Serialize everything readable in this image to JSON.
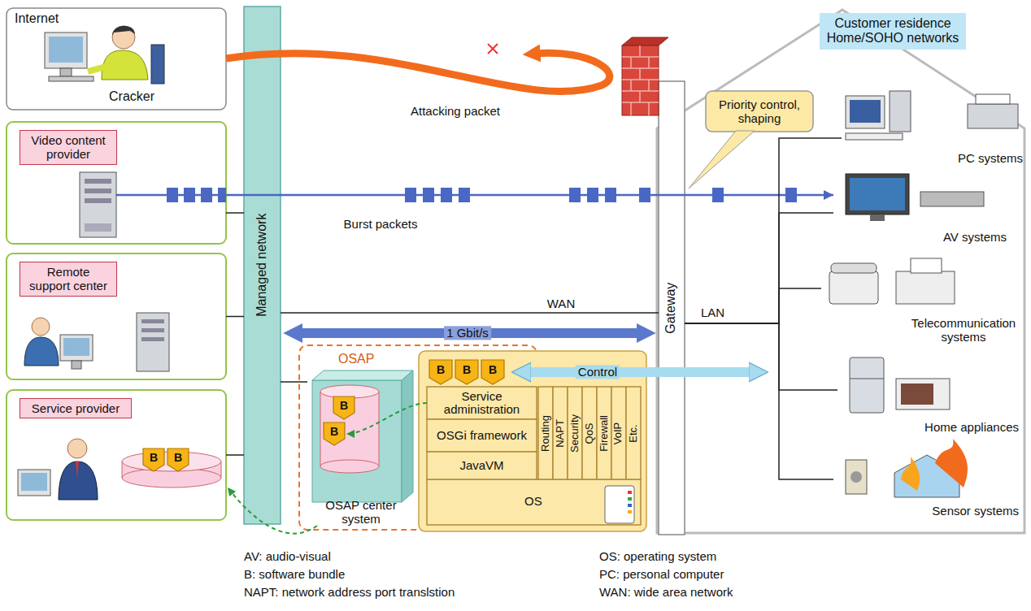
{
  "diagram": {
    "nodes": [
      {
        "text": [
          "Internet",
          "Cracker"
        ]
      },
      {
        "text": [
          "Managed network"
        ]
      },
      {
        "text": [
          "Video content provider"
        ]
      },
      {
        "text": [
          "Remote support center"
        ]
      },
      {
        "text": [
          "Service provider"
        ]
      },
      {
        "text": [
          "Customer residence Home/SOHO networks"
        ]
      },
      {
        "text": [
          "Priority control, shaping"
        ],
        "in": 5
      },
      {
        "text": [
          "Gateway"
        ]
      },
      {
        "text": [
          "PC systems"
        ],
        "in": 5
      },
      {
        "text": [
          "AV systems"
        ],
        "in": 5
      },
      {
        "text": [
          "Telecommunication systems"
        ],
        "in": 5
      },
      {
        "text": [
          "Home appliances"
        ],
        "in": 5
      },
      {
        "text": [
          "Sensor systems"
        ],
        "in": 5
      },
      {
        "text": [
          "OSAP"
        ]
      },
      {
        "text": [
          "OSAP center system"
        ],
        "in": 13
      },
      {
        "text": [
          "OS"
        ]
      },
      {
        "text": [
          "B"
        ],
        "in": 15
      },
      {
        "text": [
          "B"
        ],
        "in": 15
      },
      {
        "text": [
          "B"
        ],
        "in": 15
      },
      {
        "text": [
          "Service administration"
        ],
        "in": 15
      },
      {
        "text": [
          "OSGi framework"
        ],
        "in": 15
      },
      {
        "text": [
          "JavaVM"
        ],
        "in": 15
      },
      {
        "text": [
          "Routing"
        ],
        "in": 15
      },
      {
        "text": [
          "NAPT"
        ],
        "in": 15
      },
      {
        "text": [
          "Security"
        ],
        "in": 15
      },
      {
        "text": [
          "QoS"
        ],
        "in": 15
      },
      {
        "text": [
          "Firewall"
        ],
        "in": 15
      },
      {
        "text": [
          "VoIP"
        ],
        "in": 15
      },
      {
        "text": [
          "Etc."
        ],
        "in": 15
      },
      {
        "text": [
          "B"
        ],
        "in": 14
      },
      {
        "text": [
          "B"
        ],
        "in": 14
      },
      {
        "text": [
          "B"
        ],
        "in": 4
      },
      {
        "text": [
          "B"
        ],
        "in": 4
      }
    ],
    "edges": [
      {
        "from": 0,
        "to": 5,
        "arrow": "to",
        "label": "Attacking packet"
      },
      {
        "from": 2,
        "to": 9,
        "arrow": "to",
        "label": "Burst packets"
      },
      {
        "from": 2,
        "to": 1,
        "arrow": "none"
      },
      {
        "from": 3,
        "to": 1,
        "arrow": "none"
      },
      {
        "from": 4,
        "to": 1,
        "arrow": "none"
      },
      {
        "from": 1,
        "to": 7,
        "arrow": "none",
        "label": "WAN"
      },
      {
        "from": 1,
        "to": 7,
        "arrow": "both",
        "label": "1 Gbit/s"
      },
      {
        "from": 1,
        "to": 14,
        "arrow": "none"
      },
      {
        "from": 15,
        "to": 5,
        "arrow": "both",
        "label": "Control"
      },
      {
        "from": 19,
        "to": 30,
        "arrow": "to"
      },
      {
        "from": 14,
        "to": 4,
        "arrow": "to"
      },
      {
        "from": 7,
        "to": 8,
        "arrow": "none"
      },
      {
        "from": 7,
        "to": 9,
        "arrow": "none"
      },
      {
        "from": 7,
        "to": 10,
        "arrow": "none"
      },
      {
        "from": 7,
        "to": 11,
        "arrow": "none"
      },
      {
        "from": 7,
        "to": 12,
        "arrow": "none"
      }
    ],
    "labels": [
      "LAN",
      "AV: audio-visual",
      "B: software bundle",
      "NAPT: network address port translstion",
      "OS: operating system",
      "PC: personal computer",
      "WAN: wide area network"
    ]
  }
}
